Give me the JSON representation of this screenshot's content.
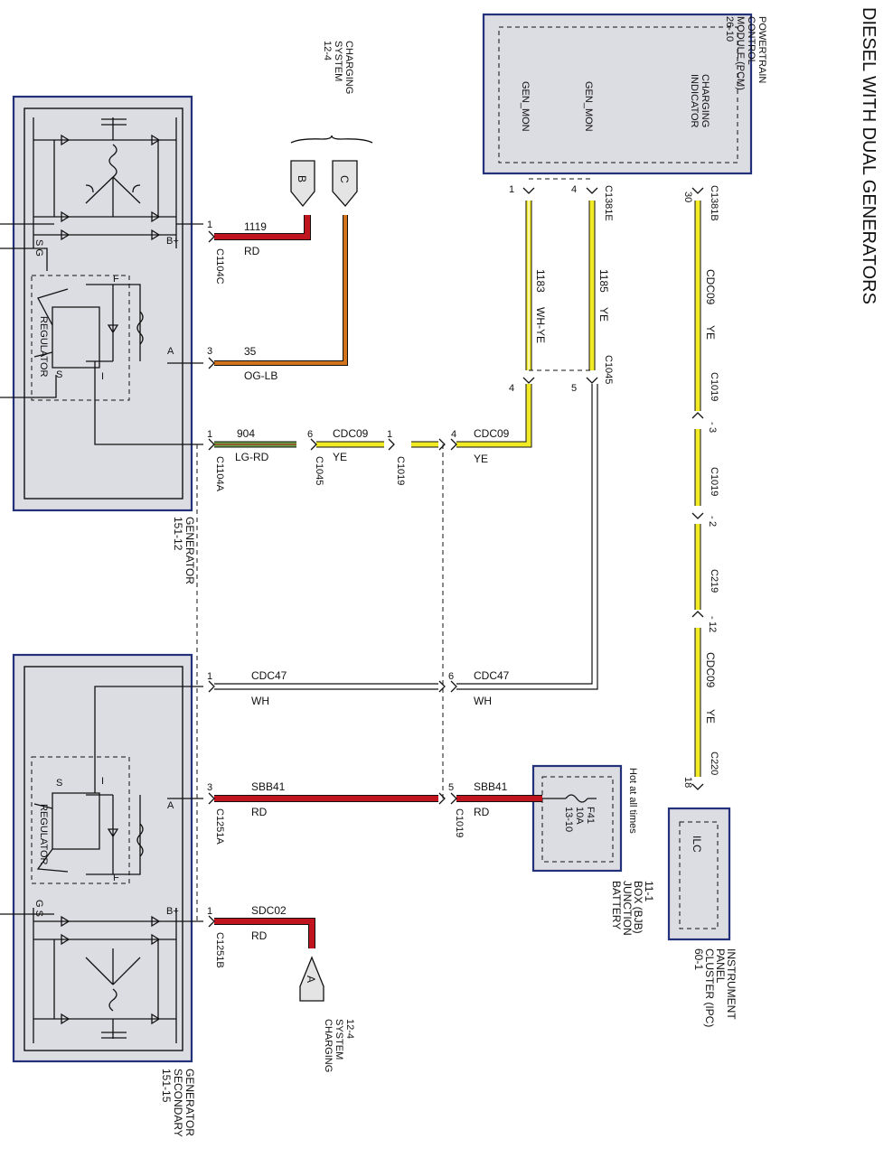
{
  "title": "DIESEL WITH DUAL GENERATORS",
  "modules": {
    "pcm": {
      "name_lines": [
        "POWERTRAIN",
        "CONTROL",
        "MODULE (PCM)",
        "26-10"
      ],
      "pins": [
        "GEN_MON",
        "GEN_MON",
        "CHARGING",
        "INDICATOR"
      ]
    },
    "generator": {
      "name_lines": [
        "GENERATOR",
        "151-12"
      ]
    },
    "generator_secondary": {
      "name_lines": [
        "GENERATOR",
        "SECONDARY",
        "151-15"
      ]
    },
    "bjb": {
      "name_lines": [
        "BATTERY",
        "JUNCTION",
        "BOX (BJB)",
        "11-1"
      ],
      "hot_note": "Hot at all times",
      "fuse": [
        "F41",
        "10A",
        "13-10"
      ]
    },
    "ipc": {
      "name_lines": [
        "INSTRUMENT",
        "PANEL",
        "CLUSTER (IPC)",
        "60-1"
      ],
      "inner": "ILC"
    },
    "regulator_label": "REGULATOR"
  },
  "references": {
    "charging_top": {
      "lines": [
        "CHARGING",
        "SYSTEM",
        "12-4"
      ],
      "tags": [
        "B",
        "C"
      ]
    },
    "charging_bottom": {
      "lines": [
        "CHARGING",
        "SYSTEM",
        "12-4"
      ],
      "tag": "A"
    }
  },
  "terminals": {
    "bplus": "B+",
    "sg": "S G",
    "gs": "G S",
    "f": "F",
    "a": "A",
    "s": "S",
    "i": "I"
  },
  "connectors": {
    "c1104c": "C1104C",
    "c1104a": "C1104A",
    "c1045": "C1045",
    "c1019": "C1019",
    "c1381e": "C1381E",
    "c1381b": "C1381B",
    "c219": "C219",
    "c220": "C220",
    "c1251a": "C1251A",
    "c1251b": "C1251B"
  },
  "pins": {
    "p1": "1",
    "p2": "2",
    "p3": "3",
    "p4": "4",
    "p5": "5",
    "p6": "6",
    "p12": "12",
    "p18": "18",
    "p30": "30"
  },
  "circuits": {
    "c1119": "1119",
    "rd": "RD",
    "c35": "35",
    "oglb": "OG-LB",
    "c904": "904",
    "lgrd": "LG-RD",
    "cdc09": "CDC09",
    "ye": "YE",
    "c1183": "1183",
    "whye": "WH-YE",
    "c1185": "1185",
    "cdc47": "CDC47",
    "wh": "WH",
    "sbb41": "SBB41",
    "sdc02": "SDC02",
    "dash": "-"
  },
  "colors": {
    "rd": "#c0141e",
    "og": "#d1731b",
    "ye": "#f3ea26",
    "lg": "#6aa845",
    "module_border": "#23307a",
    "module_fill": "#dcdce3"
  }
}
